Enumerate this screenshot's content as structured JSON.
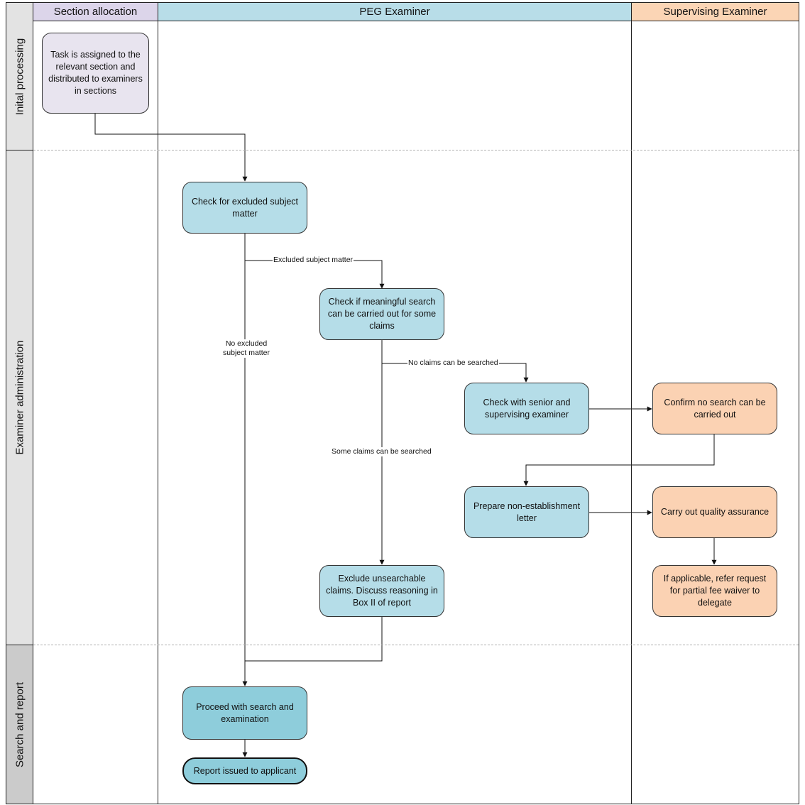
{
  "lanes": [
    {
      "label": "Section allocation",
      "color": "#dcd5ea"
    },
    {
      "label": "PEG Examiner",
      "color": "#b8dde8"
    },
    {
      "label": "Supervising Examiner",
      "color": "#fbd5b5"
    }
  ],
  "phases": [
    {
      "label": "Inital processing"
    },
    {
      "label": "Examiner administration"
    },
    {
      "label": "Search and report"
    }
  ],
  "steps": {
    "task_assigned": "Task is assigned to the relevant section and distributed to examiners in sections",
    "check_excluded": "Check for excluded subject matter",
    "check_meaningful": "Check if meaningful search can be carried out for some claims",
    "check_senior": "Check with senior and supervising examiner",
    "confirm_no_search": "Confirm no search can be carried out",
    "prepare_letter": "Prepare non-establishment letter",
    "quality_assurance": "Carry out quality assurance",
    "refer_waiver": "If applicable, refer request for partial fee waiver to delegate",
    "exclude_claims": "Exclude unsearchable claims. Discuss reasoning in Box II of report",
    "proceed_search": "Proceed with search and examination",
    "report_issued": "Report issued to applicant"
  },
  "edge_labels": {
    "excluded": "Excluded subject matter",
    "no_excluded": "No excluded subject matter",
    "no_claims": "No claims can be searched",
    "some_claims": "Some claims can be searched"
  }
}
